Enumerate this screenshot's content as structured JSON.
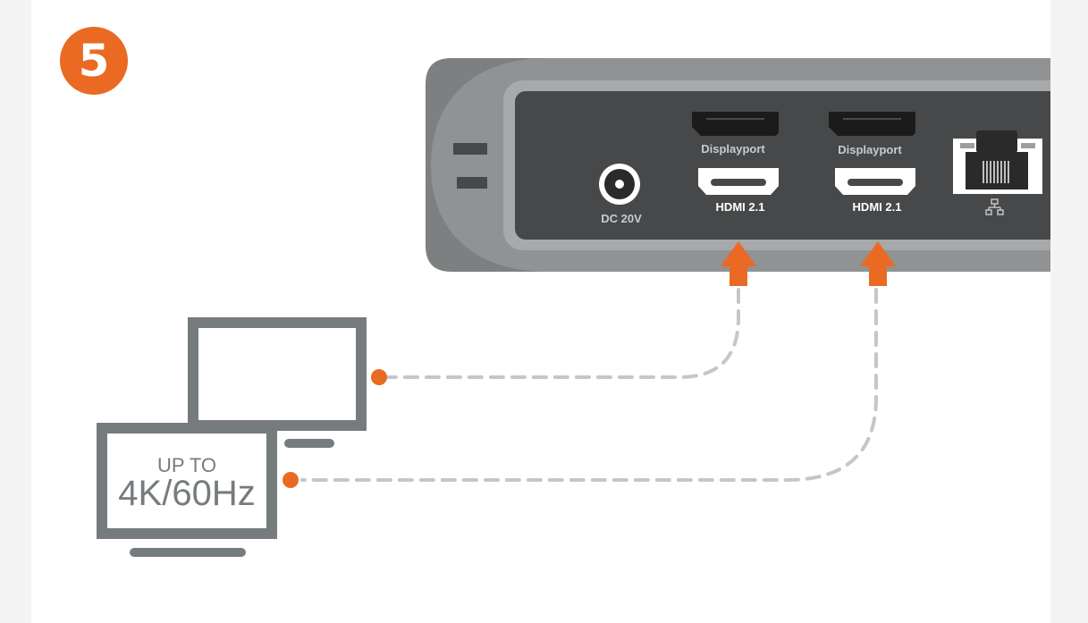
{
  "step": {
    "number": "5"
  },
  "dock": {
    "ports": {
      "dc_label": "DC 20V",
      "displayport_1_label": "Displayport",
      "displayport_2_label": "Displayport",
      "hdmi_1_label": "HDMI 2.1",
      "hdmi_2_label": "HDMI 2.1"
    }
  },
  "monitor": {
    "capability_line_1": "UP TO",
    "capability_line_2": "4K/60Hz"
  },
  "colors": {
    "accent": "#ea6a23",
    "dock_dark": "#474849",
    "dock_mid": "#7d7f81",
    "dock_light": "#a7a9ab",
    "monitor_gray": "#767b7e",
    "cable_dash": "#c5c6c7"
  },
  "icons": {
    "network": "network-icon",
    "arrow": "arrow-up-icon"
  }
}
